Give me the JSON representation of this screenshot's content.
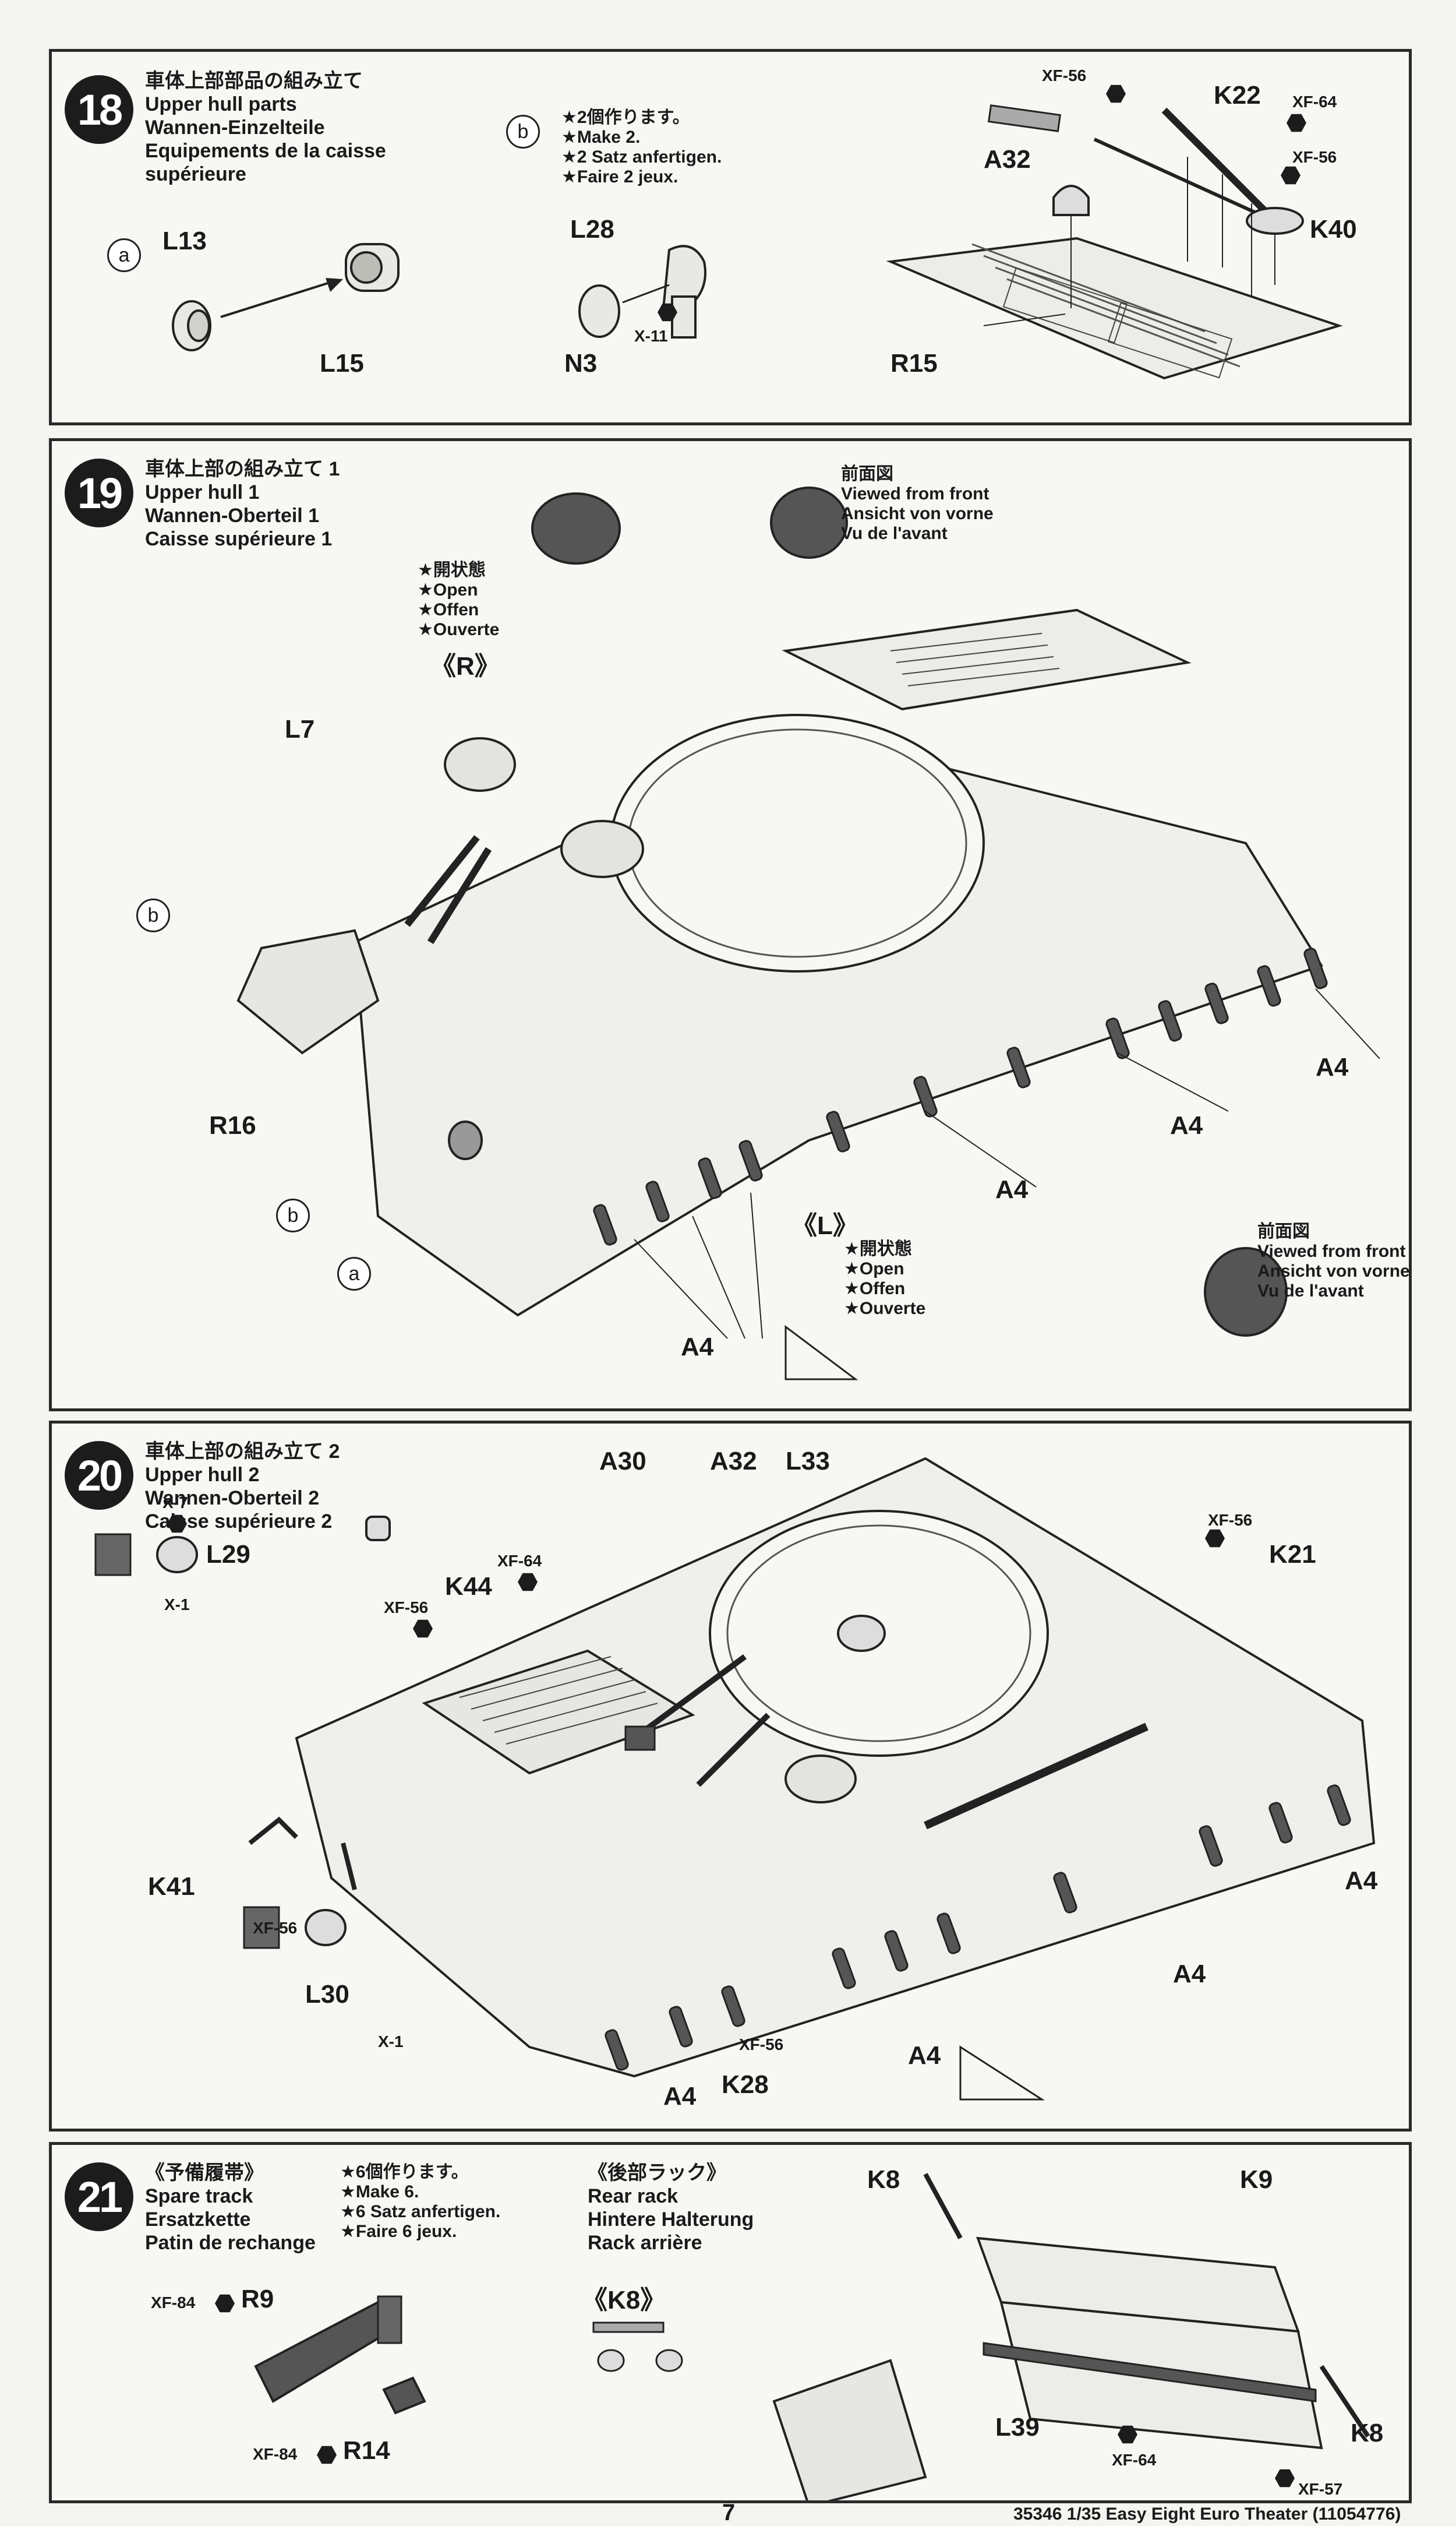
{
  "page": {
    "number": "7",
    "footer": "35346  1/35 Easy Eight Euro Theater (11054776)"
  },
  "step18": {
    "number": "18",
    "title_jp": "車体上部部品の組み立て",
    "title_en": "Upper hull parts",
    "title_de": "Wannen-Einzelteile",
    "title_fr1": "Equipements de la caisse",
    "title_fr2": "supérieure",
    "sub_a": "a",
    "sub_b": "b",
    "make2_jp": "★2個作ります。",
    "make2_en": "★Make 2.",
    "make2_de": "★2 Satz anfertigen.",
    "make2_fr": "★Faire 2 jeux.",
    "parts": [
      "L13",
      "L15",
      "L28",
      "N3",
      "X-11",
      "XF-56",
      "K22",
      "XF-64",
      "XF-56",
      "A32",
      "K40",
      "R15"
    ]
  },
  "step19": {
    "number": "19",
    "title_jp": "車体上部の組み立て 1",
    "title_en": "Upper hull 1",
    "title_de": "Wannen-Oberteil 1",
    "title_fr": "Caisse supérieure 1",
    "open_jp": "★開状態",
    "open_en": "★Open",
    "open_de": "★Offen",
    "open_fr": "★Ouverte",
    "front_jp": "前面図",
    "front_en": "Viewed from front",
    "front_de": "Ansicht von vorne",
    "front_fr": "Vu de l'avant",
    "R": "《R》",
    "L": "《L》",
    "parts": [
      "L7",
      "R16",
      "A4",
      "A4",
      "A4",
      "A4"
    ],
    "sub_a": "a",
    "sub_b": "b"
  },
  "step20": {
    "number": "20",
    "title_jp": "車体上部の組み立て 2",
    "title_en": "Upper hull 2",
    "title_de": "Wannen-Oberteil 2",
    "title_fr": "Caisse supérieure 2",
    "parts": [
      "A30",
      "A32",
      "L33",
      "XF-56",
      "K21",
      "XF-64",
      "K44",
      "XF-56",
      "X-7",
      "L29",
      "X-1",
      "K41",
      "XF-56",
      "L30",
      "X-1",
      "XF-56",
      "K28",
      "A4",
      "A4",
      "A4",
      "A4"
    ]
  },
  "step21": {
    "number": "21",
    "spare_jp": "《予備履帯》",
    "spare_en": "Spare track",
    "spare_de": "Ersatzkette",
    "spare_fr": "Patin de rechange",
    "make6_jp": "★6個作ります。",
    "make6_en": "★Make 6.",
    "make6_de": "★6 Satz anfertigen.",
    "make6_fr": "★Faire 6 jeux.",
    "rack_jp": "《後部ラック》",
    "rack_en": "Rear rack",
    "rack_de": "Hintere Halterung",
    "rack_fr": "Rack arrière",
    "k8_title": "《K8》",
    "parts": [
      "XF-84",
      "R9",
      "XF-84",
      "R14",
      "K8",
      "K9",
      "K8",
      "L39",
      "XF-64",
      "XF-57"
    ]
  }
}
